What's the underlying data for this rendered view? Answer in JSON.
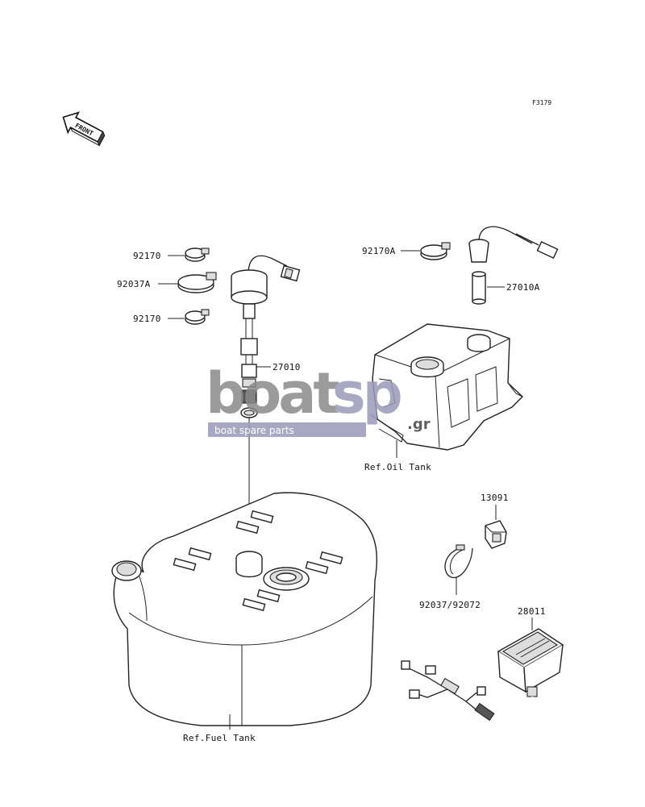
{
  "figure_code": "F3179",
  "front_arrow": "FRONT",
  "labels": {
    "p92170_top": "92170",
    "p92037A": "92037A",
    "p92170_bottom": "92170",
    "p27010": "27010",
    "p92170A": "92170A",
    "p27010A": "27010A",
    "oil_tank": "Ref.Oil Tank",
    "p13091": "13091",
    "p92037_92072": "92037/92072",
    "p28011": "28011",
    "fuel_tank": "Ref.Fuel Tank"
  },
  "watermark": {
    "brand_part1": "boat",
    "brand_part2": "sp",
    "domain": ".gr",
    "tagline": "boat spare parts",
    "color_main": "#8a8a8a",
    "color_band": "#9a9ab8"
  }
}
